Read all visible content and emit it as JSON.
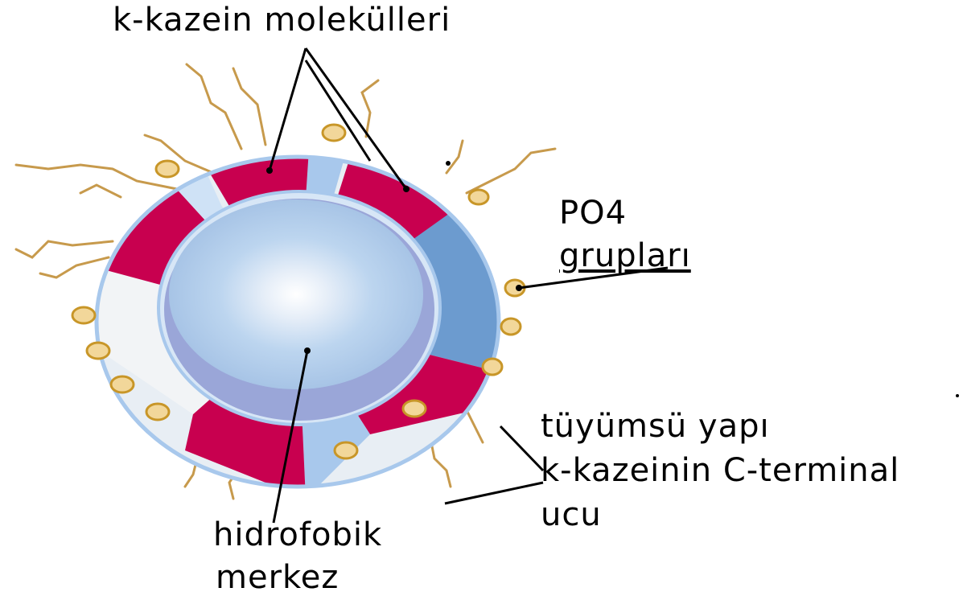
{
  "labels": {
    "kappa_casein_molecules": "k-kazein molekülleri",
    "po4_line1": "PO4",
    "po4_line2": "grupları",
    "hairy_structure": "tüyümsü yapı",
    "c_terminal_line1": "k-kazeinin C-terminal",
    "c_terminal_line2": "ucu",
    "hydrophobic_line1": "hidrofobik",
    "hydrophobic_line2": "merkez"
  },
  "colors": {
    "kappa_casein_segment": "#c8004f",
    "light_blue_segment": "#a8c8ec",
    "medium_blue_segment": "#6c9bcf",
    "white_segment": "#f2f4f6",
    "pale_segment": "#cfe2f6",
    "core_outer": "#9aa6d8",
    "core_inner": "#b8d4f0",
    "phosphate_fill": "#f2d79a",
    "phosphate_stroke": "#c89628",
    "hair_strand": "#c79a4c",
    "leader_line": "#000000"
  }
}
